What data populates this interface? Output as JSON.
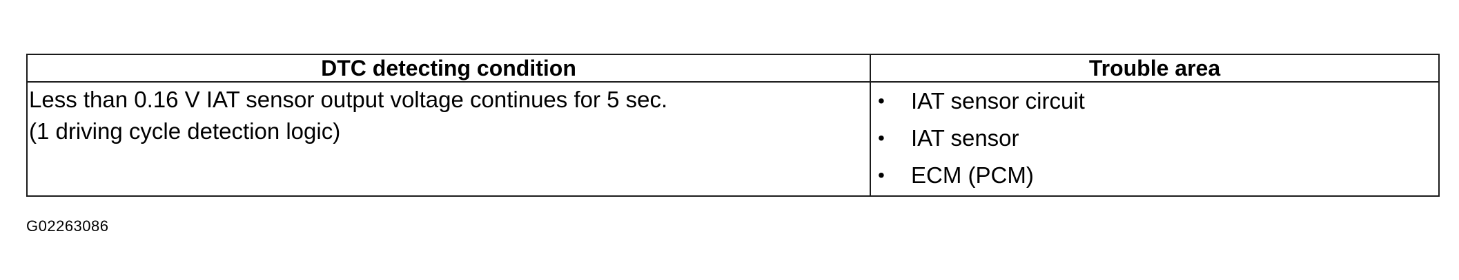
{
  "table": {
    "headers": {
      "condition": "DTC detecting condition",
      "trouble_area": "Trouble area"
    },
    "condition_lines": [
      "Less than 0.16 V IAT sensor output voltage continues for 5 sec.",
      "(1 driving cycle detection logic)"
    ],
    "trouble_areas": [
      "IAT sensor circuit",
      "IAT sensor",
      "ECM (PCM)"
    ],
    "bullet": "•"
  },
  "figure_code": "G02263086"
}
